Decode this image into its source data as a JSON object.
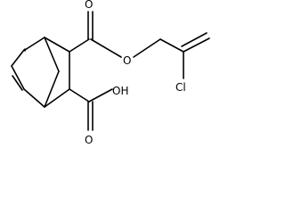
{
  "molecule": {
    "atoms": {
      "ester_oxygen": "O",
      "carbonyl_oxygen_top": "O",
      "carbonyl_oxygen_bottom": "O",
      "hydroxyl": "OH",
      "chlorine": "Cl"
    },
    "colors": {
      "bond": "#000000",
      "label": "#000000",
      "background": "#ffffff"
    }
  }
}
